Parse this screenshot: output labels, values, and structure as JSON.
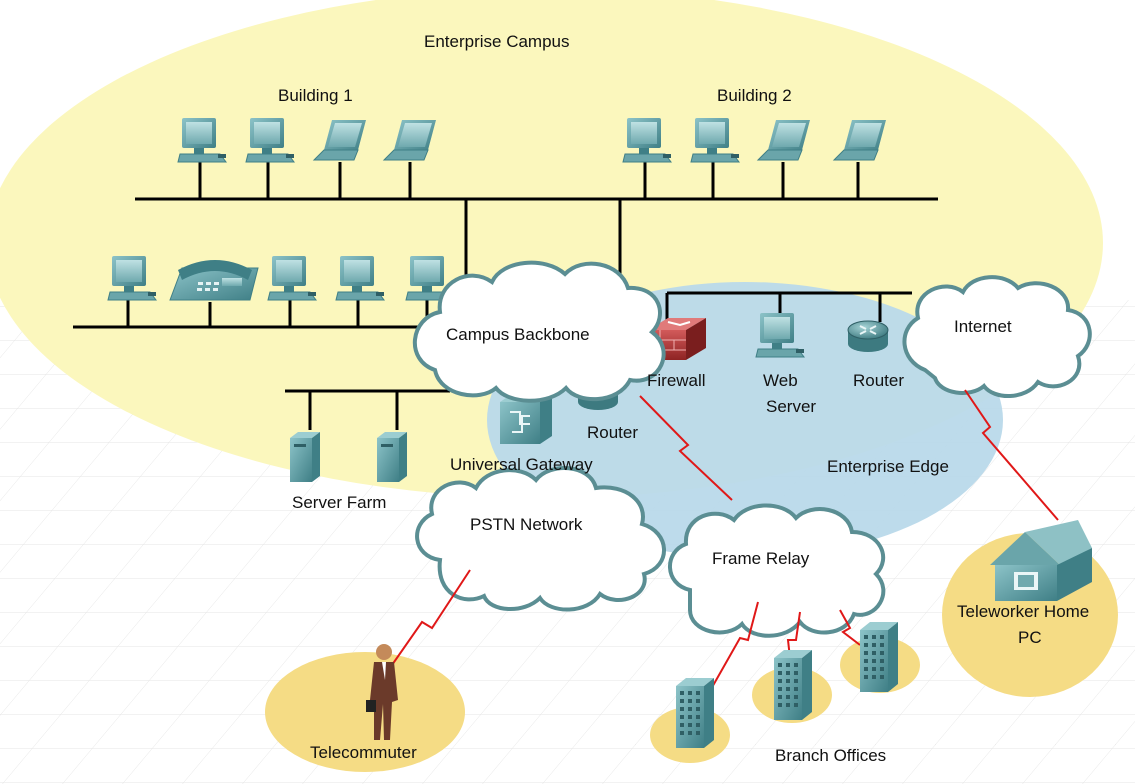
{
  "zones": {
    "enterprise_campus": "Enterprise Campus",
    "enterprise_edge": "Enterprise Edge"
  },
  "buildings": {
    "building_1": "Building 1",
    "building_2": "Building 2"
  },
  "clouds": {
    "campus_backbone": "Campus Backbone",
    "internet": "Internet",
    "pstn": "PSTN Network",
    "frame_relay": "Frame Relay"
  },
  "devices": {
    "firewall": "Firewall",
    "web_server_line1": "Web",
    "web_server_line2": "Server",
    "edge_router": "Router",
    "backbone_router": "Router",
    "universal_gateway": "Universal Gateway",
    "server_farm": "Server Farm"
  },
  "remote": {
    "teleworker_line1": "Teleworker Home",
    "teleworker_line2": "PC",
    "telecommuter": "Telecommuter",
    "branch_offices": "Branch Offices"
  },
  "colors": {
    "campus_fill": "#fbf7bd",
    "edge_fill": "#b9d9ea",
    "remote_fill": "#f5dc85",
    "device_teal": "#5b9ea3",
    "wan_link": "#e01818"
  }
}
